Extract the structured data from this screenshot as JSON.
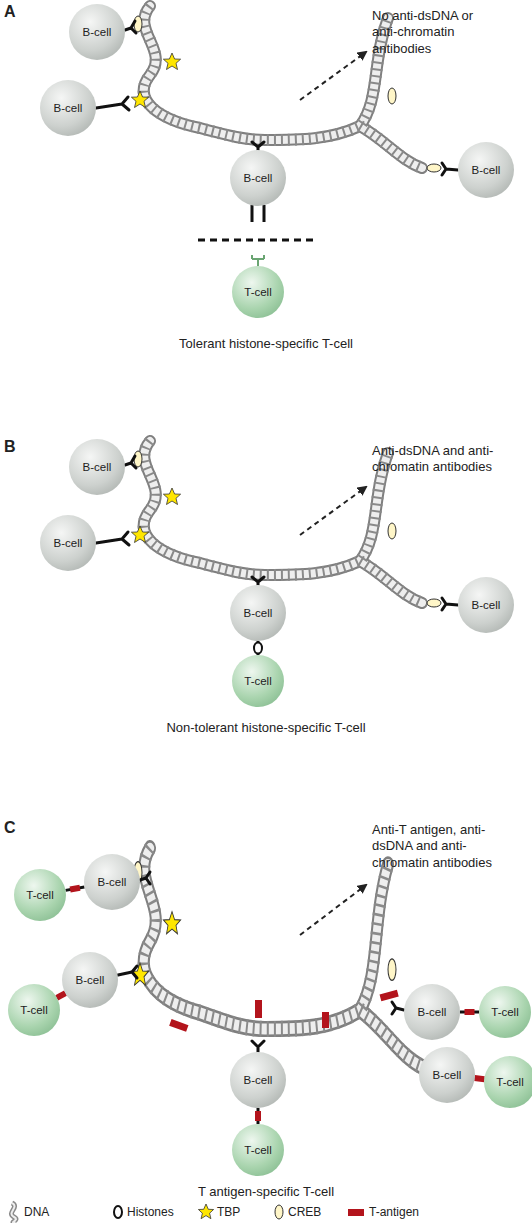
{
  "diagram": {
    "nodes": [
      {
        "text": [
          "B-cell"
        ]
      },
      {
        "text": [
          "B-cell"
        ]
      },
      {
        "text": [
          "B-cell"
        ]
      },
      {
        "text": [
          "B-cell"
        ]
      },
      {
        "text": [
          "T-cell"
        ]
      },
      {
        "text": [
          "B-cell"
        ]
      },
      {
        "text": [
          "B-cell"
        ]
      },
      {
        "text": [
          "B-cell"
        ]
      },
      {
        "text": [
          "B-cell"
        ]
      },
      {
        "text": [
          "T-cell"
        ]
      },
      {
        "text": [
          "T-cell"
        ]
      },
      {
        "text": [
          "B-cell"
        ]
      },
      {
        "text": [
          "B-cell"
        ]
      },
      {
        "text": [
          "T-cell"
        ]
      },
      {
        "text": [
          "B-cell"
        ]
      },
      {
        "text": [
          "T-cell"
        ]
      },
      {
        "text": [
          "B-cell"
        ]
      },
      {
        "text": [
          "T-cell"
        ]
      },
      {
        "text": [
          "B-cell"
        ]
      },
      {
        "text": [
          "T-cell"
        ]
      }
    ],
    "edges": [
      {
        "from": 8,
        "to": 9,
        "arrow": "none"
      },
      {
        "from": 11,
        "to": 10,
        "arrow": "none"
      },
      {
        "from": 12,
        "to": 13,
        "arrow": "none"
      },
      {
        "from": 14,
        "to": 15,
        "arrow": "none"
      },
      {
        "from": 16,
        "to": 17,
        "arrow": "none"
      },
      {
        "from": 18,
        "to": 19,
        "arrow": "none"
      }
    ],
    "labels": [
      "A",
      "No anti-dsDNA or anti-chromatin antibodies",
      "Tolerant histone-specific T-cell",
      "B",
      "Anti-dsDNA and anti-chromatin antibodies",
      "Non-tolerant histone-specific T-cell",
      "C",
      "Anti-T antigen, anti-dsDNA and anti-chromatin antibodies",
      "T antigen-specific T-cell"
    ],
    "legend": [
      {
        "text": "DNA"
      },
      {
        "text": "Histones"
      },
      {
        "text": "TBP"
      },
      {
        "text": "CREB"
      },
      {
        "text": "T-antigen"
      }
    ]
  }
}
